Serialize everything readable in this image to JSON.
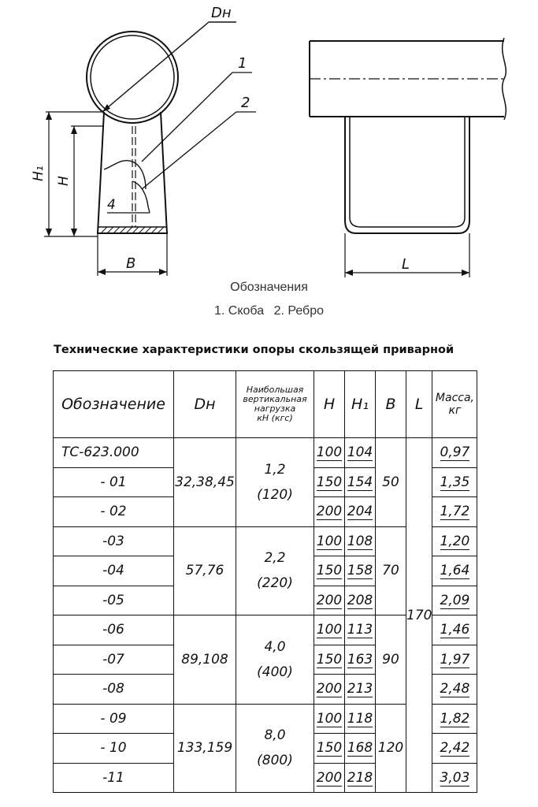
{
  "drawing": {
    "label_dn": "Dн",
    "label_callout_1": "1",
    "label_callout_2": "2",
    "label_h1": "H₁",
    "label_h": "H",
    "label_4": "4",
    "label_b": "B",
    "label_l": "L"
  },
  "legend": {
    "title": "Обозначения",
    "item1": "1. Скоба",
    "item2": "2. Ребро"
  },
  "table_title": "Технические характеристики опоры скользящей приварной",
  "table": {
    "headers": {
      "code": "Обозначение",
      "dn": "Dн",
      "load_line1": "Наибольшая",
      "load_line2": "вертикальная",
      "load_line3": "нагрузка",
      "load_line4": "кН (кгс)",
      "h": "H",
      "h1": "H₁",
      "b": "B",
      "l": "L",
      "mass_line1": "Масса,",
      "mass_line2": "кг"
    },
    "l_value": "170",
    "groups": [
      {
        "dn": "32,38,45",
        "load_kn": "1,2",
        "load_kgs": "(120)",
        "b": "50",
        "rows": [
          {
            "code": "ТС-623.000",
            "h": "100",
            "h1": "104",
            "mass": "0,97"
          },
          {
            "code": "- 01",
            "h": "150",
            "h1": "154",
            "mass": "1,35"
          },
          {
            "code": "- 02",
            "h": "200",
            "h1": "204",
            "mass": "1,72"
          }
        ]
      },
      {
        "dn": "57,76",
        "load_kn": "2,2",
        "load_kgs": "(220)",
        "b": "70",
        "rows": [
          {
            "code": "-03",
            "h": "100",
            "h1": "108",
            "mass": "1,20"
          },
          {
            "code": "-04",
            "h": "150",
            "h1": "158",
            "mass": "1,64"
          },
          {
            "code": "-05",
            "h": "200",
            "h1": "208",
            "mass": "2,09"
          }
        ]
      },
      {
        "dn": "89,108",
        "load_kn": "4,0",
        "load_kgs": "(400)",
        "b": "90",
        "rows": [
          {
            "code": "-06",
            "h": "100",
            "h1": "113",
            "mass": "1,46"
          },
          {
            "code": "-07",
            "h": "150",
            "h1": "163",
            "mass": "1,97"
          },
          {
            "code": "-08",
            "h": "200",
            "h1": "213",
            "mass": "2,48"
          }
        ]
      },
      {
        "dn": "133,159",
        "load_kn": "8,0",
        "load_kgs": "(800)",
        "b": "120",
        "rows": [
          {
            "code": "- 09",
            "h": "100",
            "h1": "118",
            "mass": "1,82"
          },
          {
            "code": "- 10",
            "h": "150",
            "h1": "168",
            "mass": "2,42"
          },
          {
            "code": "-11",
            "h": "200",
            "h1": "218",
            "mass": "3,03"
          }
        ]
      }
    ]
  }
}
